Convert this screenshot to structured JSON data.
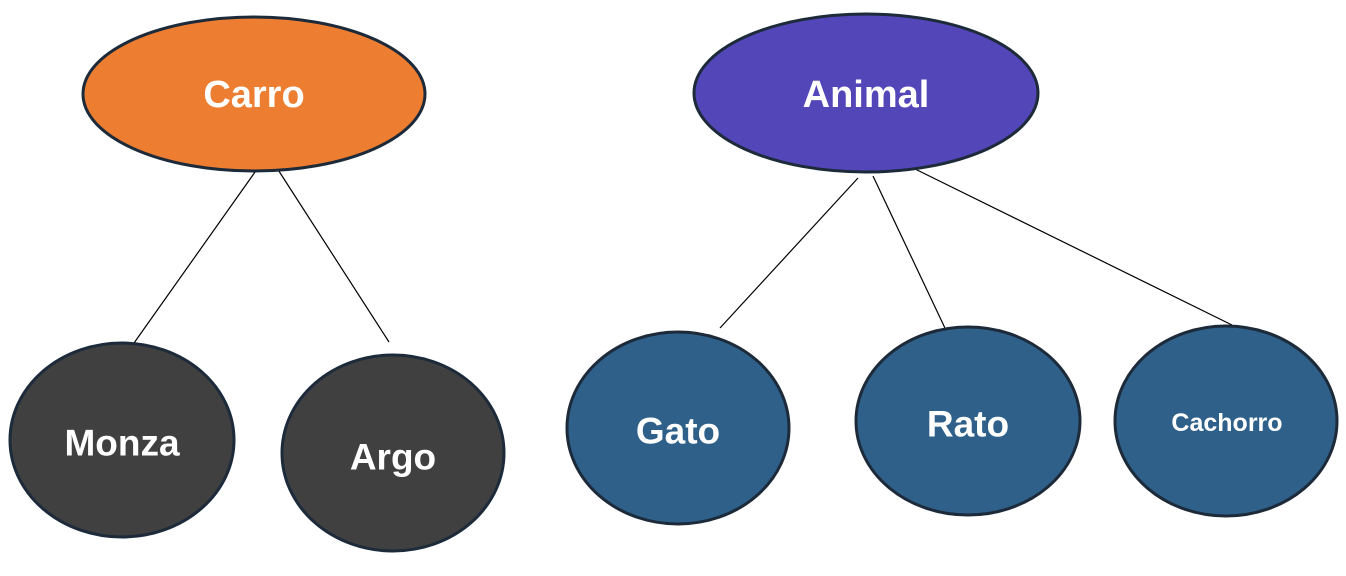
{
  "colors": {
    "carro": "#ED7D31",
    "animal": "#5346B8",
    "car_child": "#404040",
    "animal_child": "#2E6089",
    "outline": "#1C2A3A",
    "label": "#FFFFFF"
  },
  "trees": [
    {
      "root": "Carro",
      "children": [
        "Monza",
        "Argo"
      ]
    },
    {
      "root": "Animal",
      "children": [
        "Gato",
        "Rato",
        "Cachorro"
      ]
    }
  ]
}
